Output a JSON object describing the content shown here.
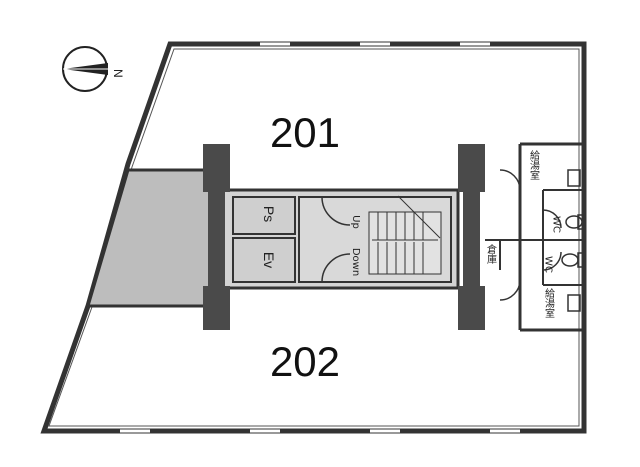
{
  "compass": {
    "north_label": "N"
  },
  "rooms": {
    "room_201": "201",
    "room_202": "202"
  },
  "core": {
    "ps_label": "Ps",
    "ev_label": "Ev",
    "stair_up_label": "Up",
    "stair_down_label": "Down"
  },
  "service": {
    "kitchenette_upper": "給湯室",
    "kitchenette_lower": "給湯室",
    "wc_upper": "WC",
    "wc_lower": "WC",
    "storage": "倉庫"
  },
  "colors": {
    "wall": "#333333",
    "column": "#4a4a4a",
    "core_fill": "#cfcfcf",
    "hatch_fill": "#bdbdbd",
    "line": "#222222"
  }
}
